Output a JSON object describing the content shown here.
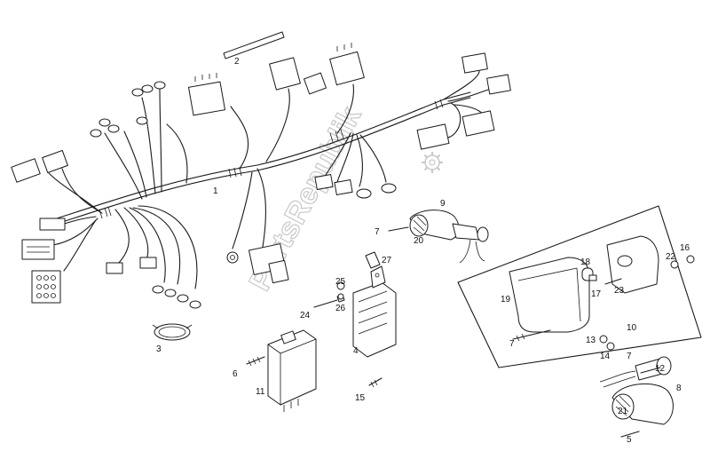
{
  "watermark": {
    "text": "PartsRepublik"
  },
  "callouts": [
    {
      "id": "c1",
      "text": "1"
    },
    {
      "id": "c2",
      "text": "2"
    },
    {
      "id": "c3",
      "text": "3"
    },
    {
      "id": "c4",
      "text": "4"
    },
    {
      "id": "c5",
      "text": "5"
    },
    {
      "id": "c6",
      "text": "6"
    },
    {
      "id": "c7a",
      "text": "7"
    },
    {
      "id": "c7b",
      "text": "7"
    },
    {
      "id": "c7c",
      "text": "7"
    },
    {
      "id": "c8",
      "text": "8"
    },
    {
      "id": "c9",
      "text": "9"
    },
    {
      "id": "c10",
      "text": "10"
    },
    {
      "id": "c11",
      "text": "11"
    },
    {
      "id": "c12",
      "text": "12"
    },
    {
      "id": "c13",
      "text": "13"
    },
    {
      "id": "c14",
      "text": "14"
    },
    {
      "id": "c15",
      "text": "15"
    },
    {
      "id": "c16",
      "text": "16"
    },
    {
      "id": "c17",
      "text": "17"
    },
    {
      "id": "c18",
      "text": "18"
    },
    {
      "id": "c19",
      "text": "19"
    },
    {
      "id": "c20",
      "text": "20"
    },
    {
      "id": "c21",
      "text": "21"
    },
    {
      "id": "c22",
      "text": "22"
    },
    {
      "id": "c23",
      "text": "23"
    },
    {
      "id": "c24",
      "text": "24"
    },
    {
      "id": "c25",
      "text": "25"
    },
    {
      "id": "c26",
      "text": "26"
    },
    {
      "id": "c27",
      "text": "27"
    }
  ]
}
